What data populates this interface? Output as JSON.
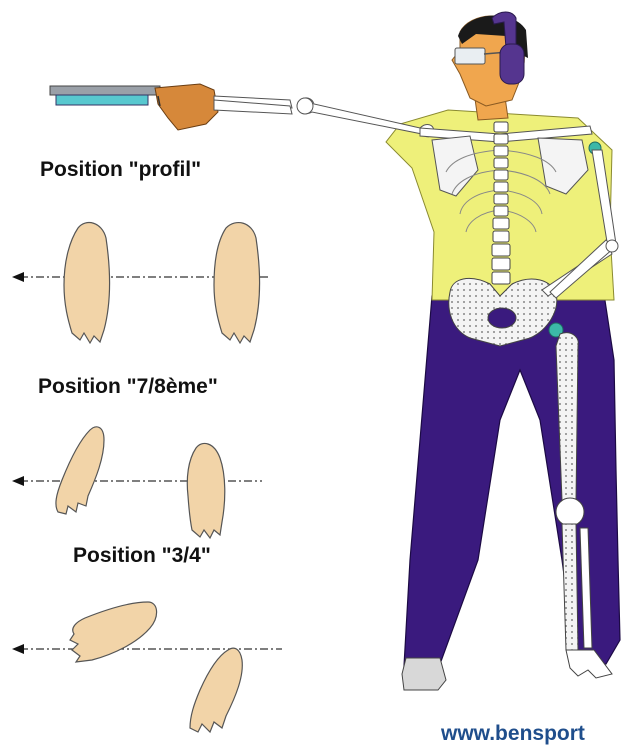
{
  "labels": {
    "profil": "Position \"profil\"",
    "sept_huitieme": "Position \"7/8ème\"",
    "trois_quarts": "Position \"3/4\""
  },
  "website": "www.bensport",
  "colors": {
    "foot": "#f2d4a8",
    "shirt": "#eef07a",
    "trousers": "#3a1a7e",
    "skin": "#f0a64e",
    "headphones": "#55358f",
    "pistol_grip": "#d6883a",
    "pistol_barrel": "#58c8cf",
    "joint": "#3cb8a8",
    "link": "#1f4e8c"
  }
}
